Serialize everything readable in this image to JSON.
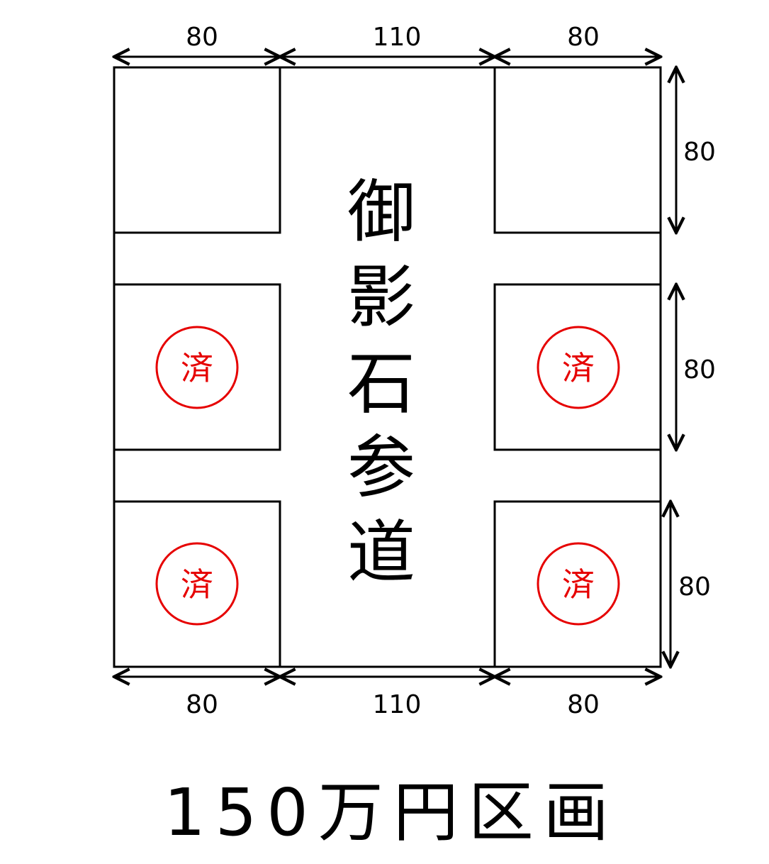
{
  "dimensions": {
    "top": [
      "80",
      "110",
      "80"
    ],
    "bottom": [
      "80",
      "110",
      "80"
    ],
    "right": [
      "80",
      "80",
      "80"
    ]
  },
  "road_label": [
    "御",
    "影",
    "石",
    "参",
    "道"
  ],
  "plots": [
    {
      "row": 1,
      "side": "left",
      "status": ""
    },
    {
      "row": 1,
      "side": "right",
      "status": ""
    },
    {
      "row": 2,
      "side": "left",
      "status": "済"
    },
    {
      "row": 2,
      "side": "right",
      "status": "済"
    },
    {
      "row": 3,
      "side": "left",
      "status": "済"
    },
    {
      "row": 3,
      "side": "right",
      "status": "済"
    }
  ],
  "title": "150万円区画",
  "colors": {
    "line": "#000000",
    "stamp": "#e60000"
  }
}
